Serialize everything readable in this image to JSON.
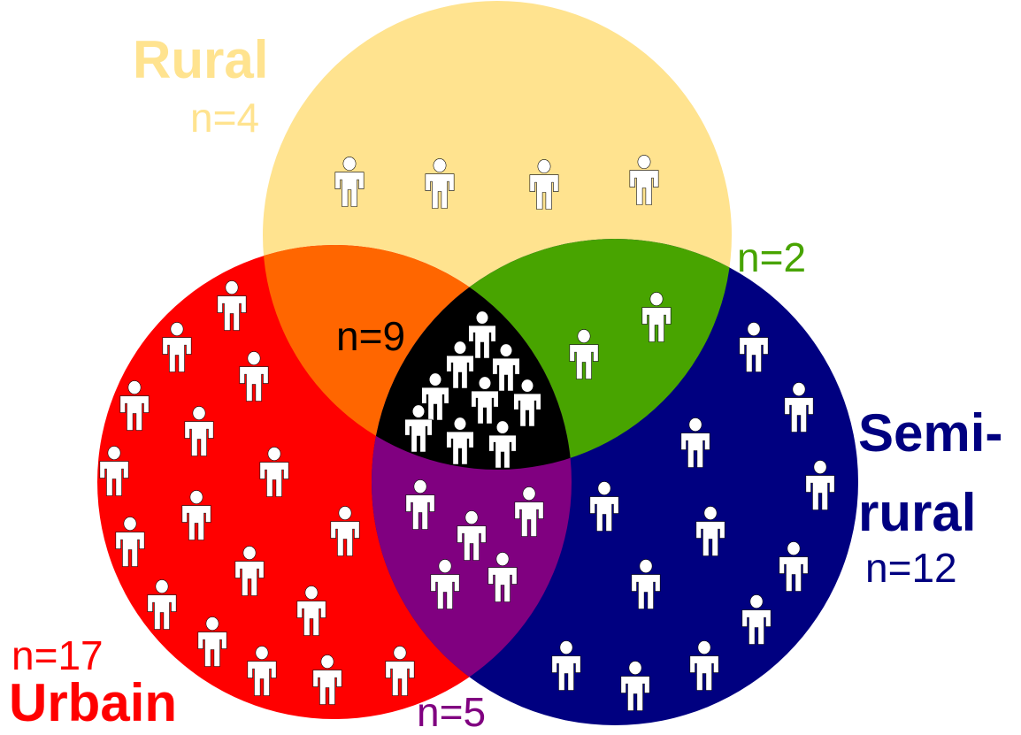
{
  "colors": {
    "rural": "#FFE38F",
    "urbain": "#FF0000",
    "semirural": "#000080",
    "rural_urbain": "#FF6600",
    "rural_semirural": "#48A400",
    "urbain_semirural": "#800080",
    "all_three": "#000000",
    "person_icon": "#FFFFFF"
  },
  "sets": {
    "rural": {
      "name": "Rural",
      "count": "n=4"
    },
    "urbain": {
      "name": "Urbain",
      "count": "n=17"
    },
    "semirural": {
      "name_line1": "Semi-",
      "name_line2": "rural",
      "count": "n=12"
    }
  },
  "intersections": {
    "rural_urbain": {
      "count": "n=9"
    },
    "rural_semirural": {
      "count": "n=2"
    },
    "urbain_semirural": {
      "count": "n=5"
    }
  },
  "icon": "person-icon"
}
